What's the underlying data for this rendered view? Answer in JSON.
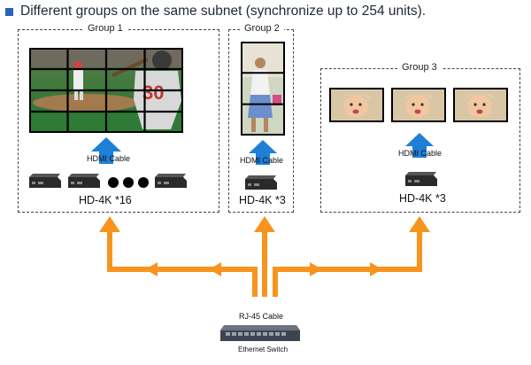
{
  "heading": "Different groups on the same subnet (synchronize up to 254 units).",
  "groups": [
    {
      "label": "Group 1",
      "cable": "HDMI Cable",
      "devices": "HD-4K  *16"
    },
    {
      "label": "Group 2",
      "cable": "HDMI Cable",
      "devices": "HD-4K *3"
    },
    {
      "label": "Group 3",
      "cable": "HDMI Cable",
      "devices": "HD-4K *3"
    }
  ],
  "switch": {
    "cable": "RJ-45 Cable",
    "label": "Ethernet Switch"
  },
  "colors": {
    "arrow": "#f7941d",
    "up_arrow": "#1e7fd6",
    "bullet": "#2a63b8"
  }
}
